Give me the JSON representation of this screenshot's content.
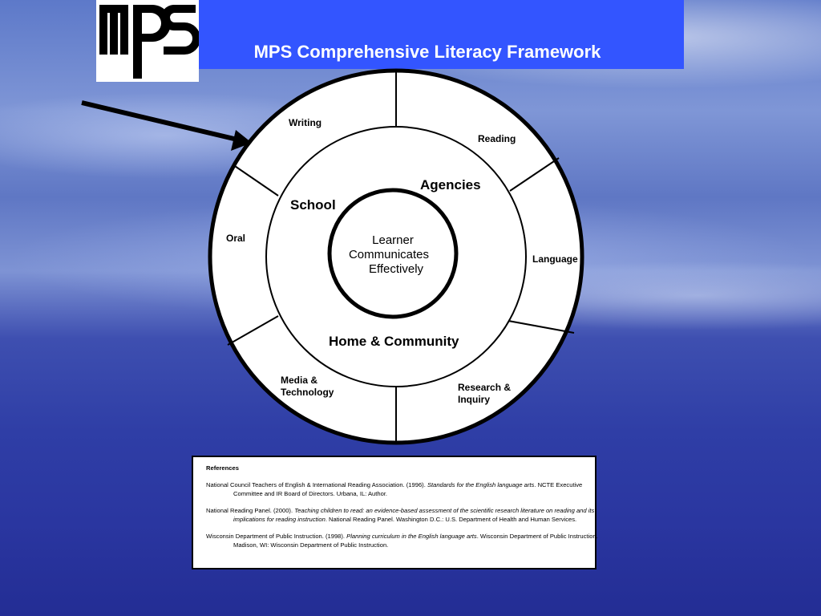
{
  "header": {
    "logo_text": "mps",
    "title": "MPS Comprehensive Literacy Framework"
  },
  "diagram": {
    "center": [
      "Learner",
      "Communicates",
      "Effectively"
    ],
    "middle_ring": [
      "School",
      "Agencies",
      "Home & Community"
    ],
    "outer_ring": {
      "writing": "Writing",
      "reading": "Reading",
      "language": "Language",
      "research": [
        "Research &",
        "Inquiry"
      ],
      "media": [
        "Media &",
        "Technology"
      ],
      "oral": "Oral"
    }
  },
  "references": {
    "heading": "References",
    "entries": [
      {
        "before": "National Council Teachers of English & International Reading Association.  (1996). ",
        "italic": "Standards for the English language arts",
        "after": ".  NCTE Executive Committee and IR Board of Directors.  Urbana, IL:  Author."
      },
      {
        "before": "National Reading Panel.  (2000). ",
        "italic": "Teaching children to read:  an evidence-based assessment of the scientific research literature on reading and its implications for reading instruction",
        "after": ".  National Reading Panel.  Washington D.C.:  U.S. Department of Health and Human Services."
      },
      {
        "before": "Wisconsin Department of Public Instruction.  (1998). ",
        "italic": "Planning curriculum in the English language arts",
        "after": ".  Wisconsin Department of Public Instruction.  Madison, WI:  Wisconsin Department of Public Instruction."
      }
    ]
  }
}
